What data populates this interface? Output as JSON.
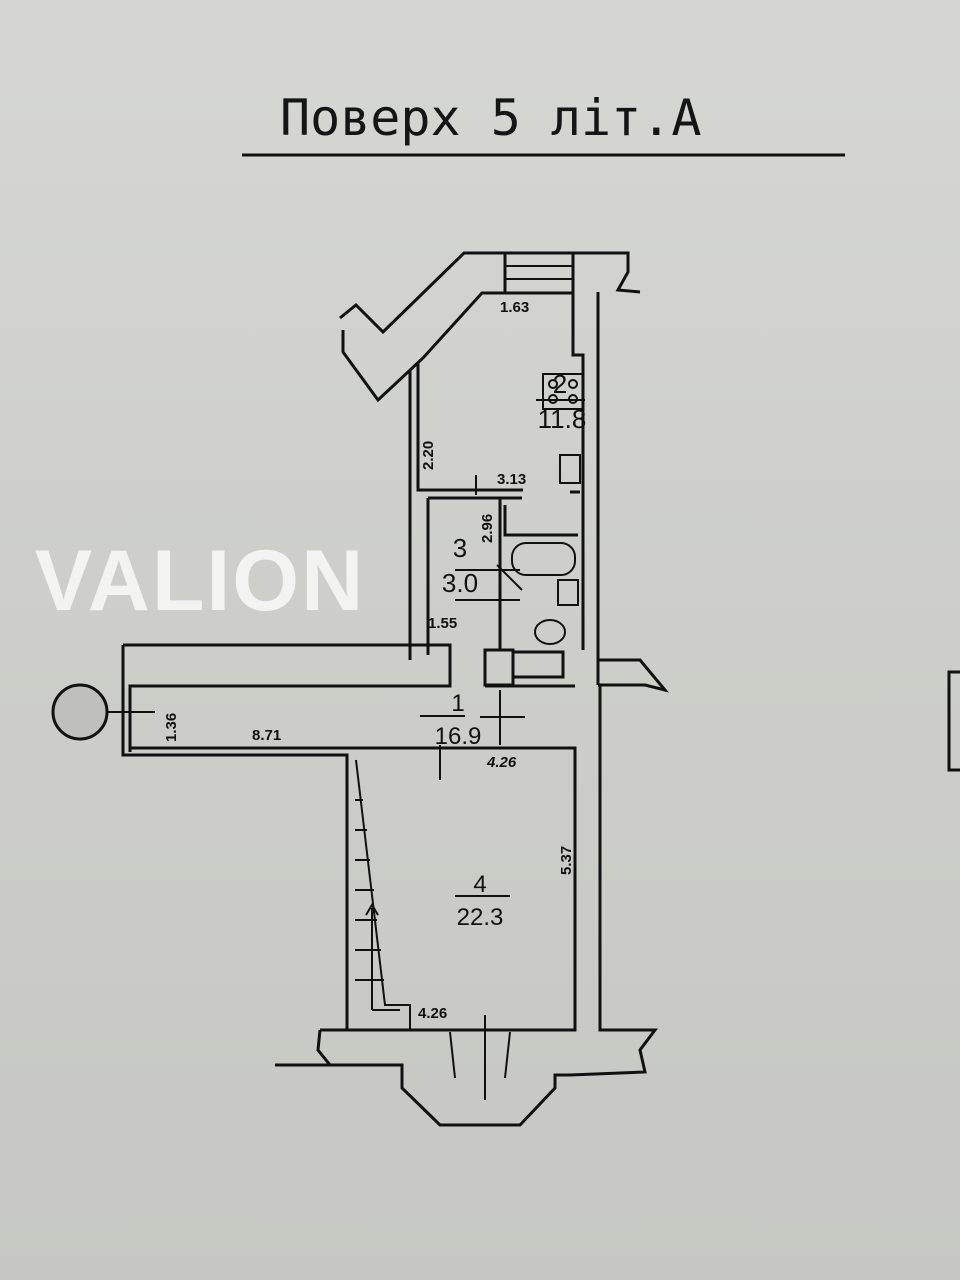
{
  "title": "Поверх 5 літ.А",
  "watermark": "VALION",
  "rooms": [
    {
      "number": "1",
      "area": "16.9"
    },
    {
      "number": "2",
      "area": "11.8"
    },
    {
      "number": "3",
      "area": "3.0"
    },
    {
      "number": "4",
      "area": "22.3"
    }
  ],
  "dimensions": {
    "stair_top": "1.63",
    "kitchen_depth": "2.20",
    "kitchen_width": "3.13",
    "bath_depth": "2.96",
    "bath_width": "1.55",
    "corridor_depth": "1.36",
    "corridor_length": "8.71",
    "room4_width": "4.26",
    "room4_depth": "5.37",
    "room4_bottom": "4.26"
  }
}
